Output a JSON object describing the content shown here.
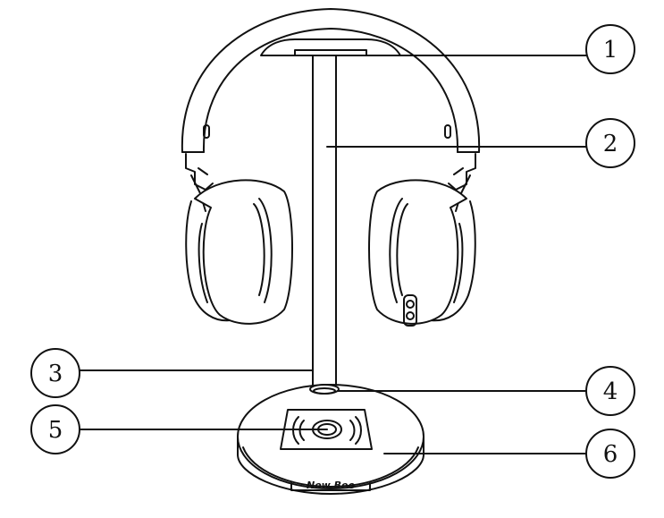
{
  "diagram": {
    "brand_label": "New Bee",
    "callouts": [
      {
        "id": "1",
        "label": "1"
      },
      {
        "id": "2",
        "label": "2"
      },
      {
        "id": "3",
        "label": "3"
      },
      {
        "id": "4",
        "label": "4"
      },
      {
        "id": "5",
        "label": "5"
      },
      {
        "id": "6",
        "label": "6"
      }
    ]
  },
  "colors": {
    "stroke": "#111111",
    "background": "#ffffff"
  }
}
